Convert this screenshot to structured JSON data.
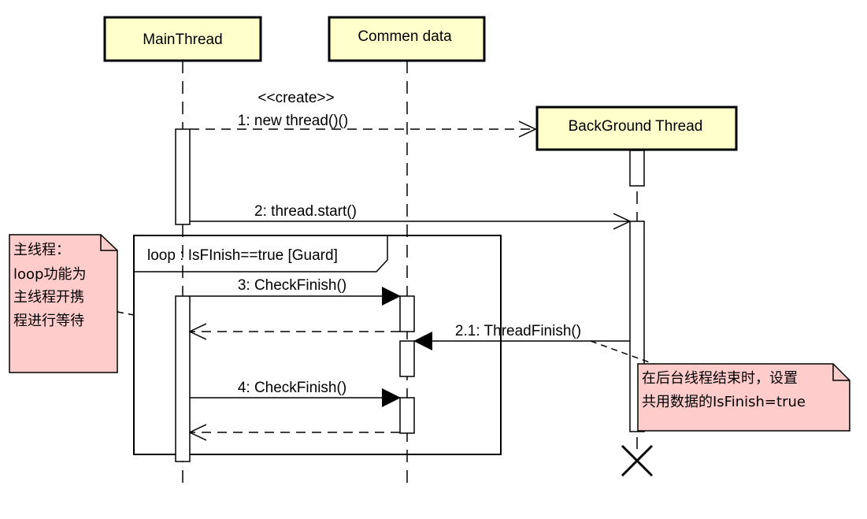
{
  "participants": {
    "main": "MainThread",
    "common": "Commen data",
    "background": "BackGround Thread"
  },
  "messages": {
    "stereotype": "<<create>>",
    "m1": "1: new thread()()",
    "m2": "2: thread.start()",
    "m3": "3: CheckFinish()",
    "m21": "2.1: ThreadFinish()",
    "m4": "4: CheckFinish()"
  },
  "fragment": {
    "label": "loop : IsFInish==true  [Guard]"
  },
  "notes": {
    "left": [
      "主线程：",
      "loop功能为",
      "主线程开携",
      "程进行等待"
    ],
    "right": [
      "在后台线程结束时，设置",
      "共用数据的IsFinish=true"
    ]
  },
  "colors": {
    "participant_fill": "#ffffcc",
    "note_fill": "#ffcccc",
    "line": "#000000"
  }
}
